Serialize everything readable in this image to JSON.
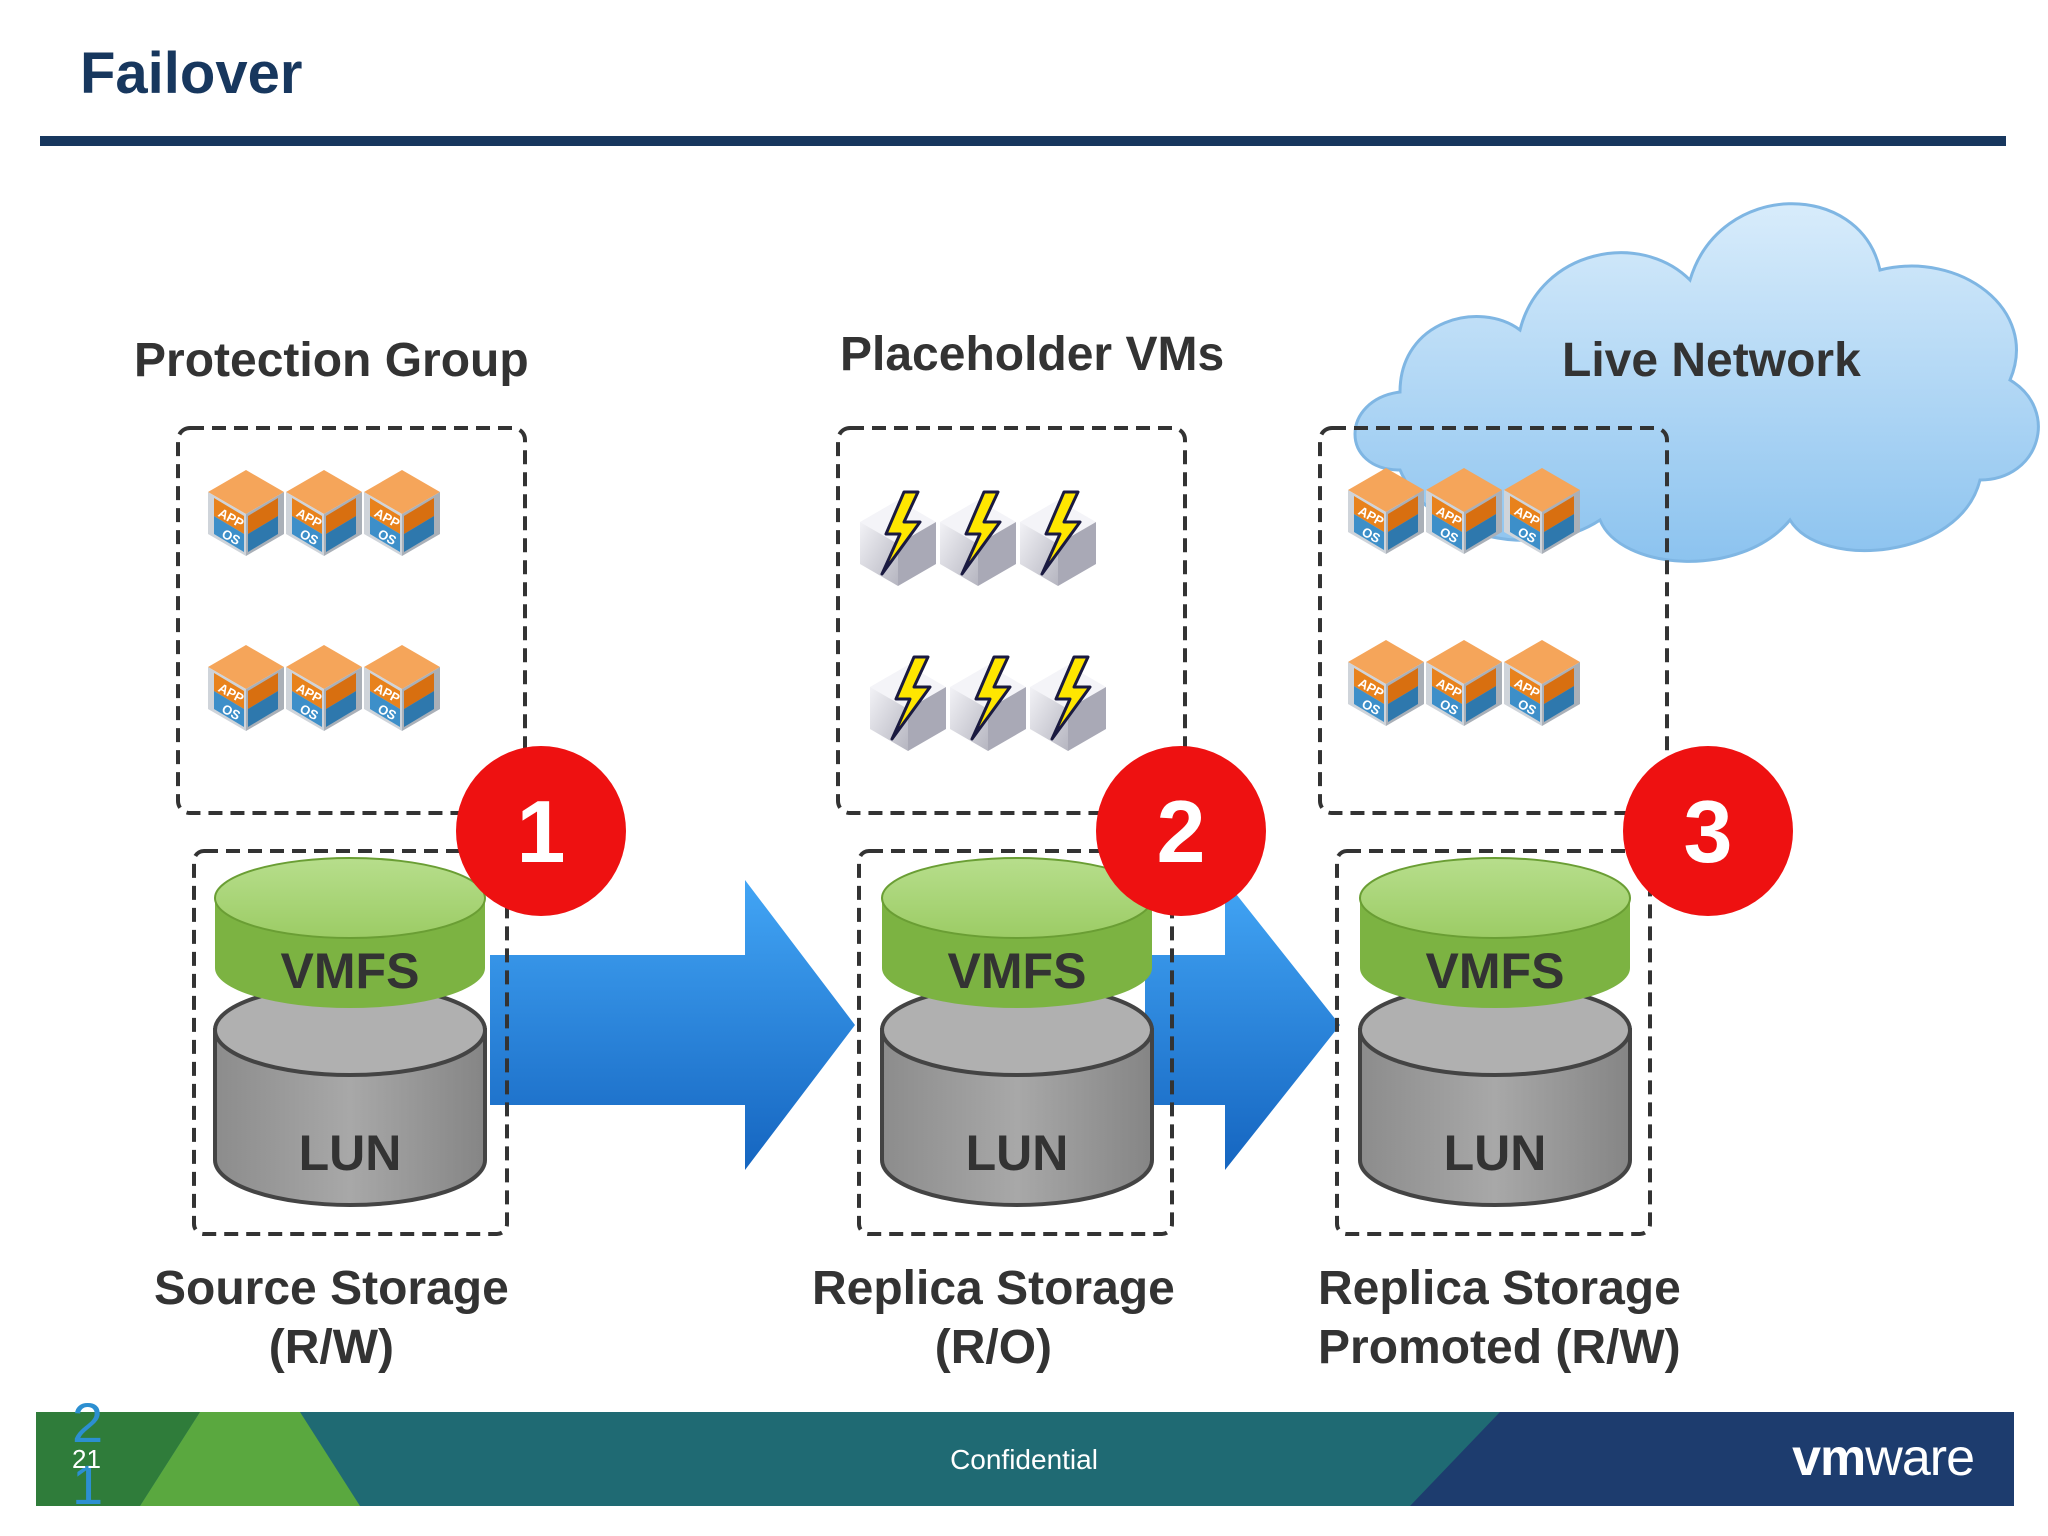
{
  "title": "Failover",
  "groups": {
    "protection": {
      "label": "Protection Group",
      "vm_icons": [
        "app-os-vm-icon",
        "app-os-vm-icon",
        "app-os-vm-icon",
        "app-os-vm-icon",
        "app-os-vm-icon",
        "app-os-vm-icon"
      ]
    },
    "placeholder": {
      "label": "Placeholder VMs",
      "vm_icons": [
        "placeholder-vm-icon",
        "placeholder-vm-icon",
        "placeholder-vm-icon",
        "placeholder-vm-icon",
        "placeholder-vm-icon",
        "placeholder-vm-icon"
      ]
    },
    "live": {
      "label": "Live Network",
      "vm_icons": [
        "app-os-vm-icon",
        "app-os-vm-icon",
        "app-os-vm-icon",
        "app-os-vm-icon",
        "app-os-vm-icon",
        "app-os-vm-icon"
      ]
    }
  },
  "vm_icon_text": {
    "app": "APP",
    "os": "OS"
  },
  "storage": [
    {
      "vmfs": "VMFS",
      "lun": "LUN",
      "label_line1": "Source Storage",
      "label_line2": "(R/W)"
    },
    {
      "vmfs": "VMFS",
      "lun": "LUN",
      "label_line1": "Replica Storage",
      "label_line2": "(R/O)"
    },
    {
      "vmfs": "VMFS",
      "lun": "LUN",
      "label_line1": "Replica Storage",
      "label_line2": "Promoted (R/W)"
    }
  ],
  "steps": [
    "1",
    "2",
    "3"
  ],
  "footer": {
    "slide_number_large": "2\n1",
    "slide_number": "21",
    "text": "Confidential",
    "logo_bold": "vm",
    "logo_light": "ware"
  },
  "colors": {
    "title": "#17375e",
    "step_badge": "#ee1111",
    "vmfs": "#8cc751",
    "lun": "#9e9e9e",
    "arrow": "#1e88e5",
    "cloud": "#a9d4f5",
    "app_orange": "#e8821c",
    "os_blue": "#3d8fc9",
    "footer_green": "#4f9a3c",
    "footer_teal": "#1f6a73",
    "footer_navy": "#1d3c6e"
  }
}
